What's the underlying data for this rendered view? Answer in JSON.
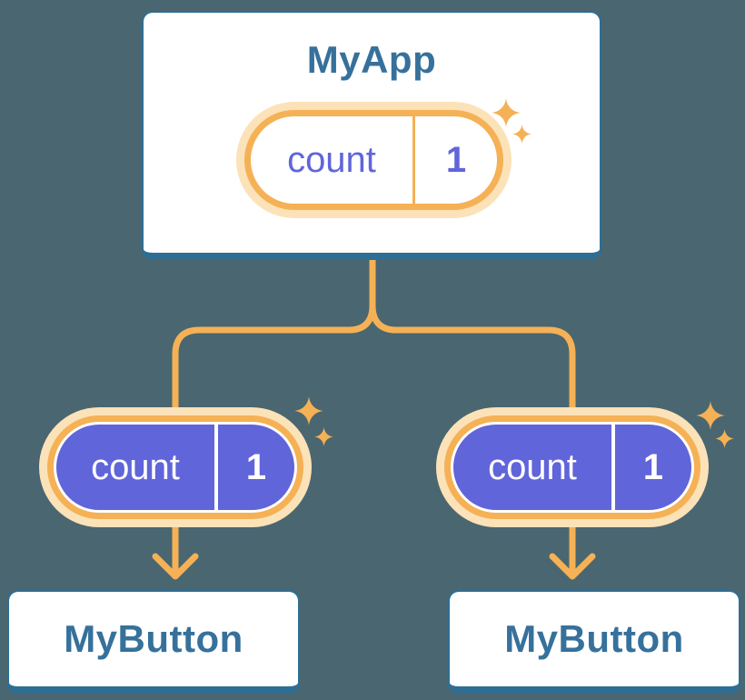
{
  "diagram": {
    "type": "component-tree",
    "background_color": "#4A6670",
    "colors": {
      "card_border_blue": "#2E6E94",
      "title_blue": "#36719B",
      "accent_orange": "#F5B155",
      "accent_orange_halo": "#FCE2B8",
      "state_purple": "#6065DA",
      "white": "#FFFFFF"
    },
    "root_component": {
      "title": "MyApp",
      "state": {
        "name": "count",
        "value": "1"
      }
    },
    "children": [
      {
        "title": "MyButton",
        "prop": {
          "name": "count",
          "value": "1"
        }
      },
      {
        "title": "MyButton",
        "prop": {
          "name": "count",
          "value": "1"
        }
      }
    ],
    "icons": {
      "sparkle": "four-pointed star (✦), one large + one small, orange"
    }
  }
}
